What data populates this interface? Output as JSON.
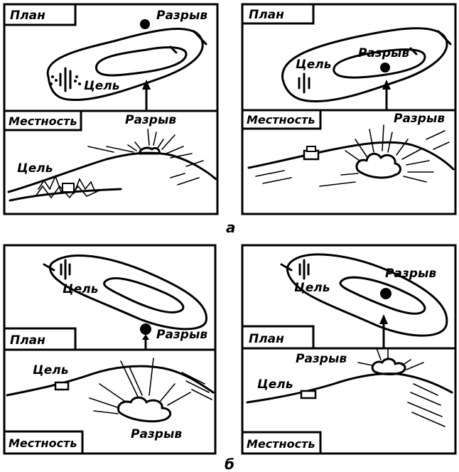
{
  "labels": {
    "plan": "План",
    "terrain": "Местность",
    "target": "Цель",
    "burst": "Разрыв"
  },
  "captions": {
    "a": "а",
    "b": "б"
  }
}
